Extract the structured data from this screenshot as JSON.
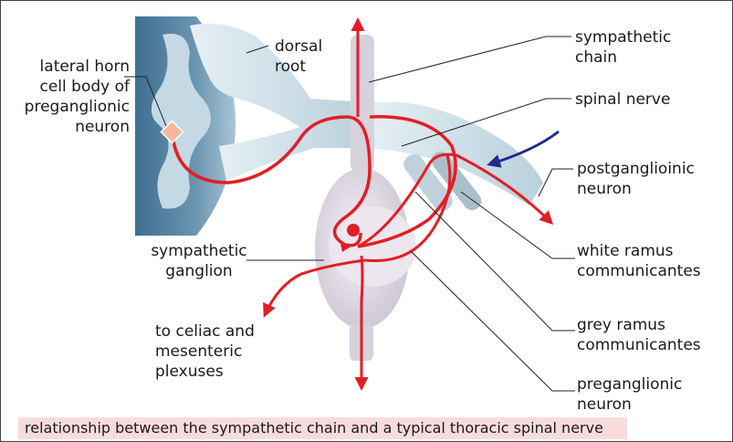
{
  "labels": {
    "lateral_horn": "lateral horn\ncell body of\npreganglionic\nneuron",
    "dorsal_root": "dorsal\nroot",
    "sympathetic_chain": "sympathetic\nchain",
    "spinal_nerve": "spinal nerve",
    "postganglionic": "postganglioinic\nneuron",
    "white_ramus": "white ramus\ncommunicantes",
    "grey_ramus": "grey ramus\ncommunicantes",
    "preganglionic": "preganglionic\nneuron",
    "sympathetic_ganglion": "sympathetic\nganglion",
    "celiac": "to celiac and\nmesenteric\nplexuses"
  },
  "caption": "relationship between the sympathetic chain and a typical thoracic spinal nerve",
  "colors": {
    "neuron": "#e31e24",
    "arrow_blue": "#1f2b8c",
    "cord": "#5f89a6",
    "gray_matter": "#c5d9e4",
    "nerve": "#c9dde6",
    "chain": "#d6d2dc",
    "caption_bg": "#f8dcdc"
  }
}
